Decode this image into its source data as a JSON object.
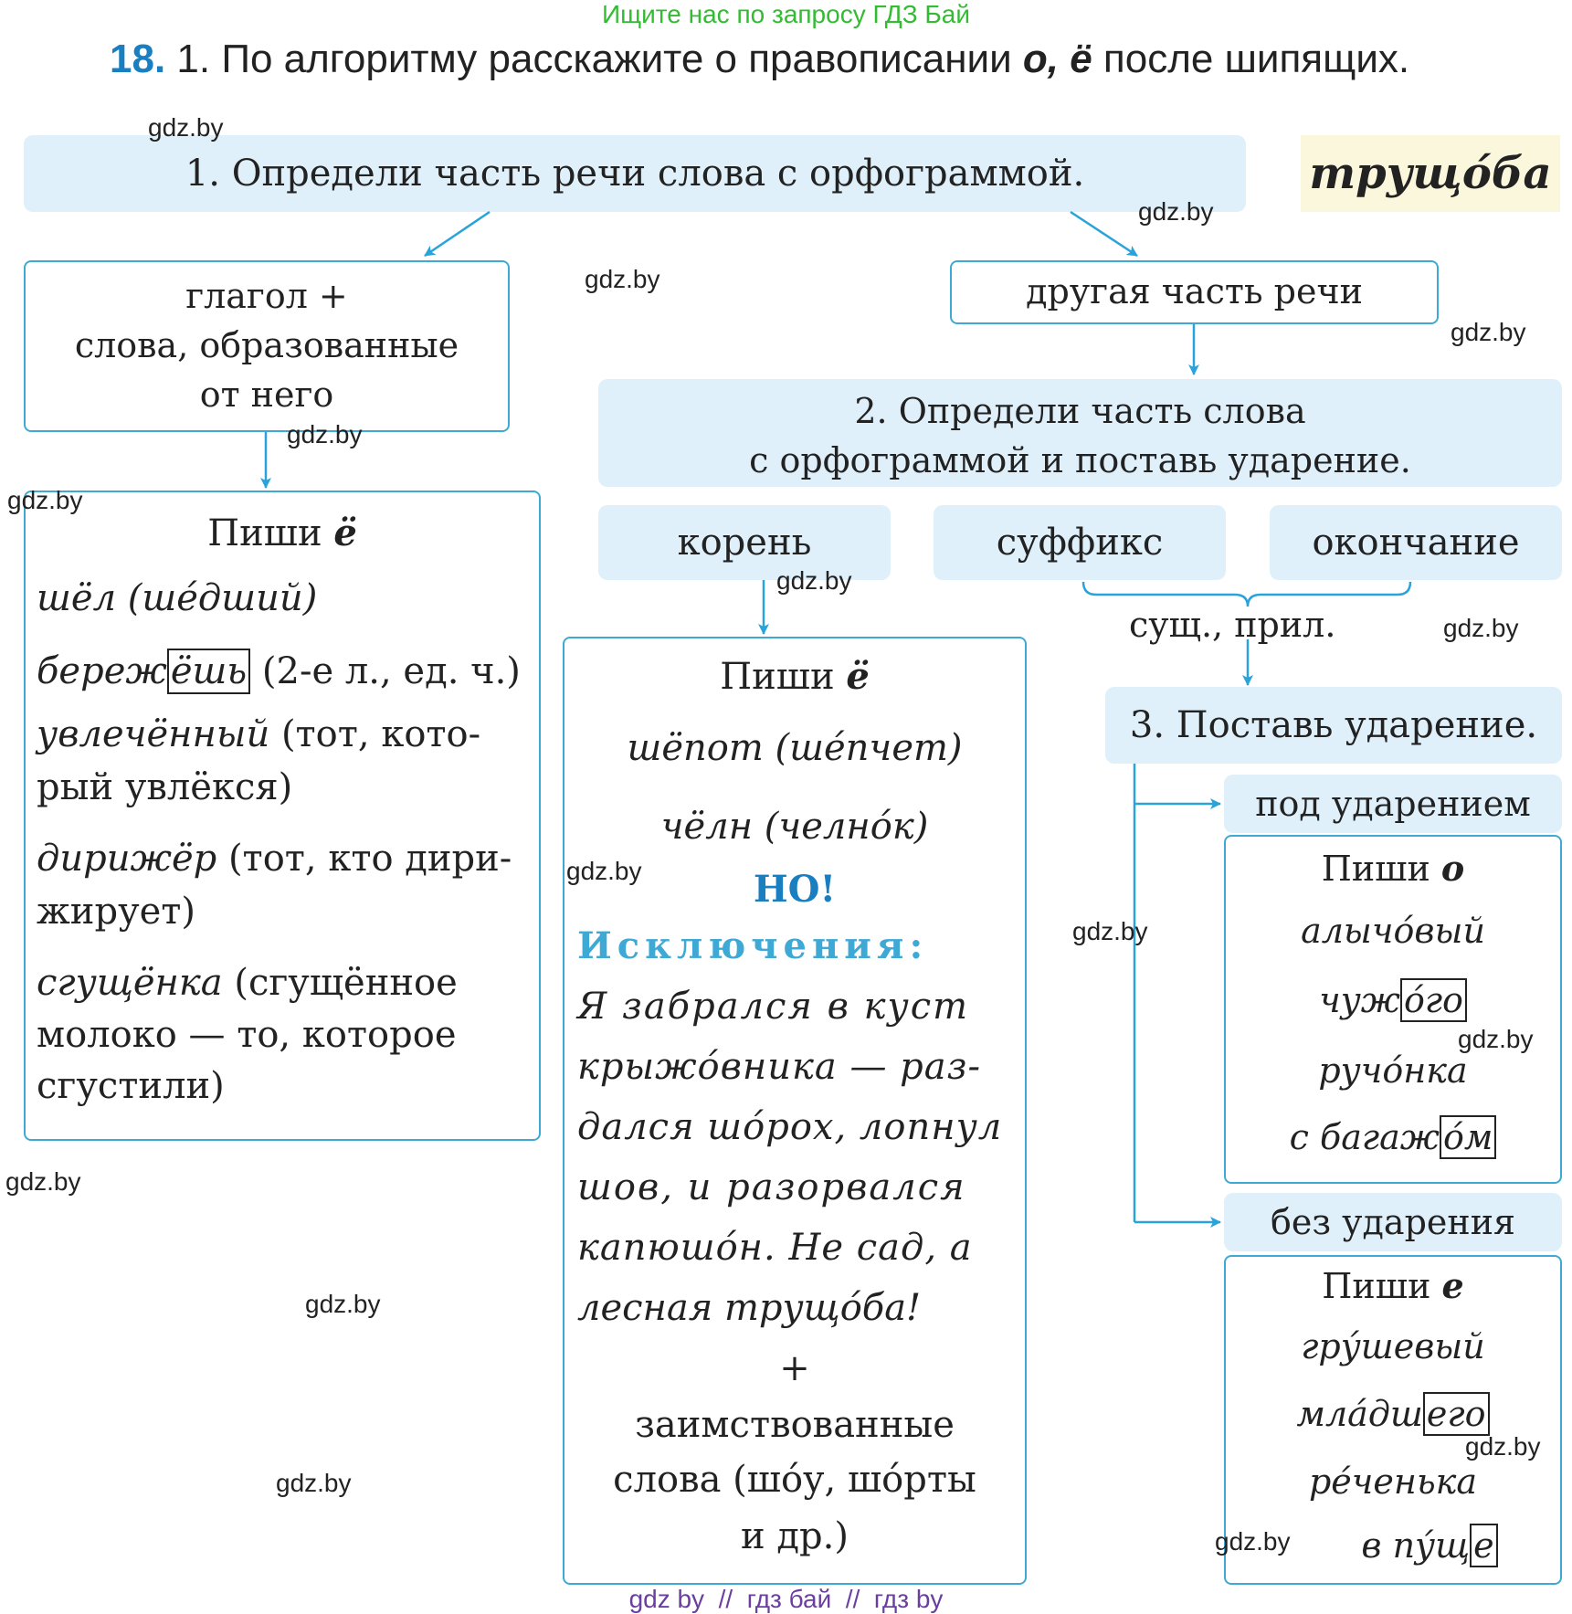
{
  "top_banner": "Ищите нас по запросу ГДЗ Бай",
  "task": {
    "number": "18.",
    "text": "1. По алгоритму расскажите о правописании",
    "letters": "о, ё",
    "text_end": "после шипящих."
  },
  "watermark": "gdz.by",
  "corner_word": "трущо́ба",
  "step1": "1. Определи часть речи слова с орфограммой.",
  "verb_box": {
    "l1": "глагол +",
    "l2": "слова, образованные",
    "l3": "от него"
  },
  "other_pos": "другая часть речи",
  "step2": {
    "l1": "2. Определи часть слова",
    "l2": "с орфограммой и поставь ударение."
  },
  "parts": [
    "корень",
    "суффикс",
    "окончание"
  ],
  "noun_adj": "сущ., прил.",
  "step3": "3. Поставь ударение.",
  "stressed": "под ударением",
  "unstressed": "без ударения",
  "left_box": {
    "title": "Пиши",
    "title_letter": "ё",
    "r1": {
      "w1": "шёл",
      "open": "(",
      "w2": "ше́дший",
      "close": ")"
    },
    "r2": {
      "w1": "береж",
      "box": "ёшь",
      "note": "(2-е л., ед. ч.)"
    },
    "r3": {
      "w": "увлечённый",
      "note": "(тот, кото-"
    },
    "r4": "рый увлёкся)",
    "r5": {
      "w": "дирижёр",
      "note": "(тот, кто дири-"
    },
    "r6": "жирует)",
    "r7": {
      "w": "сгущёнка",
      "note": "(сгущённое"
    },
    "r8": "молоко — то, которое",
    "r9": "сгустили)"
  },
  "mid_box": {
    "title": "Пиши",
    "title_letter": "ё",
    "r1": "шёпот (ше́пчет)",
    "r2": "чёлн (челно́к)",
    "no": "НО!",
    "exceptions": "Исключения:",
    "p1": "Я забрался в куст",
    "p2": "крыжо́вника — раз-",
    "p3": "дался шо́рох, лопнул",
    "p4": "шов, и разорвался",
    "p5": "капюшо́н. Не сад, а",
    "p6": "лесная трущо́ба!",
    "plus": "+",
    "b1": "заимствованные",
    "b2": "слова (шо́у, шо́рты",
    "b3": "и др.)"
  },
  "o_box": {
    "title": "Пиши",
    "title_letter": "о",
    "w1": "алычо́вый",
    "w2a": "чуж",
    "w2b": "о́го",
    "w3": "ручо́нка",
    "w4a": "с багаж",
    "w4b": "о́м"
  },
  "e_box": {
    "title": "Пиши",
    "title_letter": "е",
    "w1": "гру́шевый",
    "w2a": "мла́дш",
    "w2b": "его",
    "w3": "ре́ченька",
    "w4a": "в пу́щ",
    "w4b": "е"
  },
  "footer": "gdz by  //  гдз бай  //  гдз by",
  "colors": {
    "accent_blue": "#1a7fc0",
    "box_border": "#3fa9d6",
    "box_fill": "#dff0fa",
    "green": "#33bb33",
    "purple": "#6a3fa0"
  }
}
